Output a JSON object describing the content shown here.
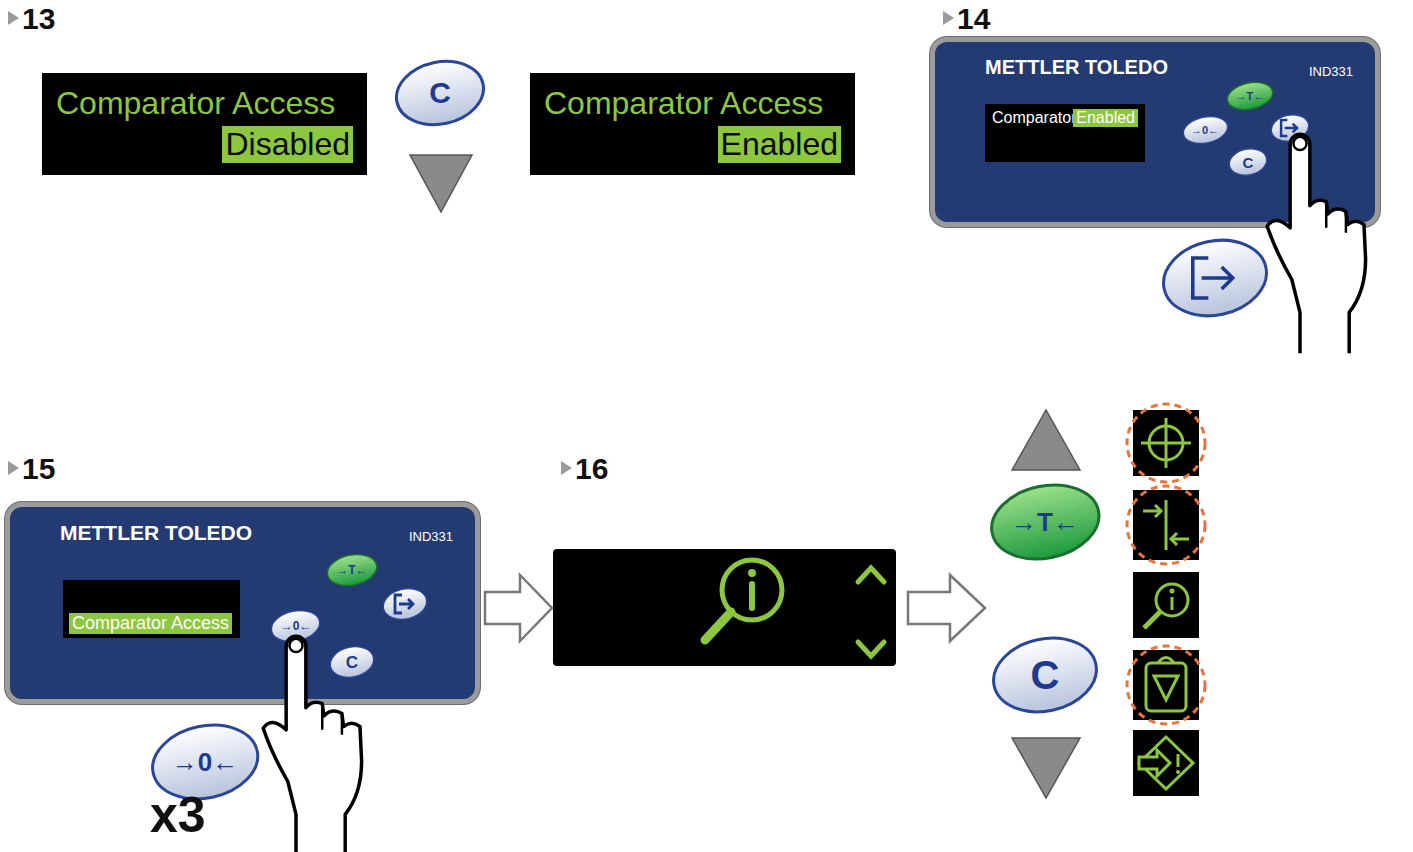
{
  "diagram": {
    "nodes": [
      {
        "text": [
          "Comparator Access",
          "Disabled"
        ]
      },
      {
        "text": [
          "C"
        ]
      },
      {
        "text": [
          "Comparator Access",
          "Enabled"
        ]
      },
      {
        "text": [
          "METTLER TOLEDO",
          "IND331"
        ]
      },
      {
        "text": [
          "Comparator Access",
          "Enabled"
        ],
        "in": 3
      },
      {
        "text": [
          "→T←"
        ],
        "in": 3
      },
      {
        "text": [
          "→0←"
        ],
        "in": 3
      },
      {
        "text": [
          "C"
        ],
        "in": 3
      },
      {
        "text": [
          "METTLER TOLEDO",
          "IND331"
        ]
      },
      {
        "text": [
          "Comparator Access"
        ],
        "in": 8
      },
      {
        "text": [
          "→T←"
        ],
        "in": 8
      },
      {
        "text": [
          "→0←"
        ],
        "in": 8
      },
      {
        "text": [
          "C"
        ],
        "in": 8
      },
      {
        "text": [
          "→0←"
        ]
      },
      {
        "text": [
          "→T←"
        ]
      },
      {
        "text": [
          "C"
        ]
      }
    ],
    "labels": [
      "13",
      "14",
      "15",
      "16",
      "x3"
    ]
  }
}
